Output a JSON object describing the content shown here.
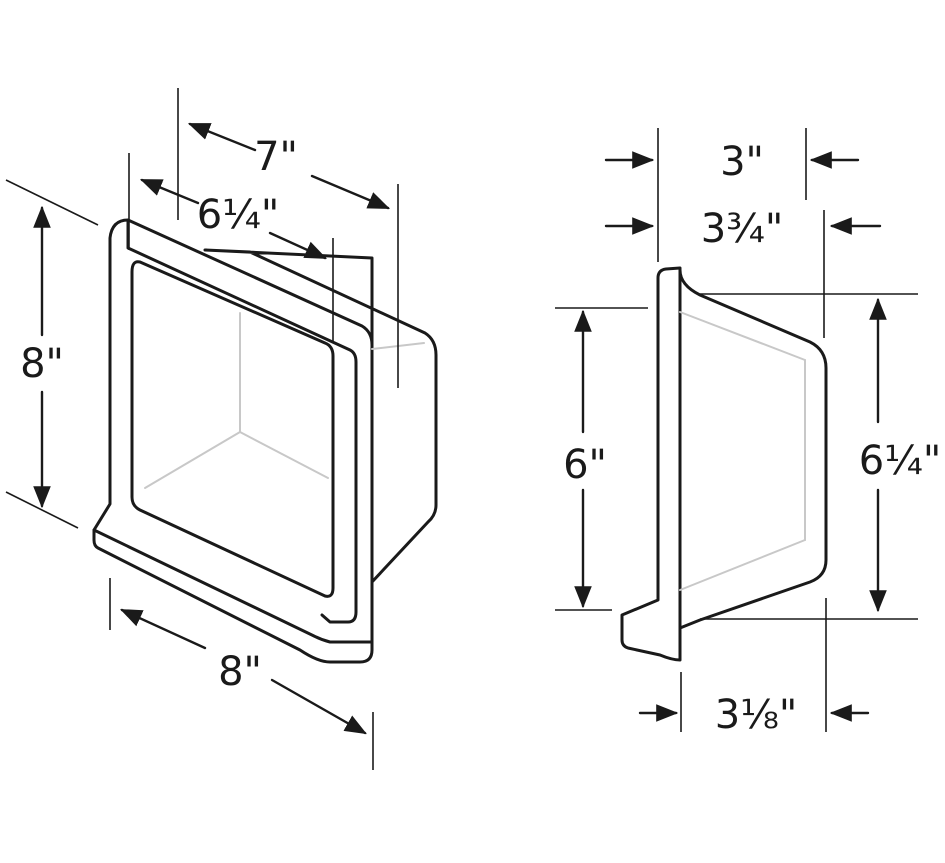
{
  "colors": {
    "line": "#1a1a1a",
    "hidden_line": "#c8c8c8",
    "background": "#ffffff"
  },
  "views": [
    {
      "name": "perspective-view",
      "dimensions": {
        "top_depth": "7\"",
        "inner_width": "6¼\"",
        "height": "8\"",
        "base_width": "8\""
      }
    },
    {
      "name": "side-view",
      "dimensions": {
        "inner_depth": "3\"",
        "outer_depth": "3¾\"",
        "inner_height": "6\"",
        "outer_height": "6¼\"",
        "base_depth": "3⅛\""
      }
    }
  ]
}
